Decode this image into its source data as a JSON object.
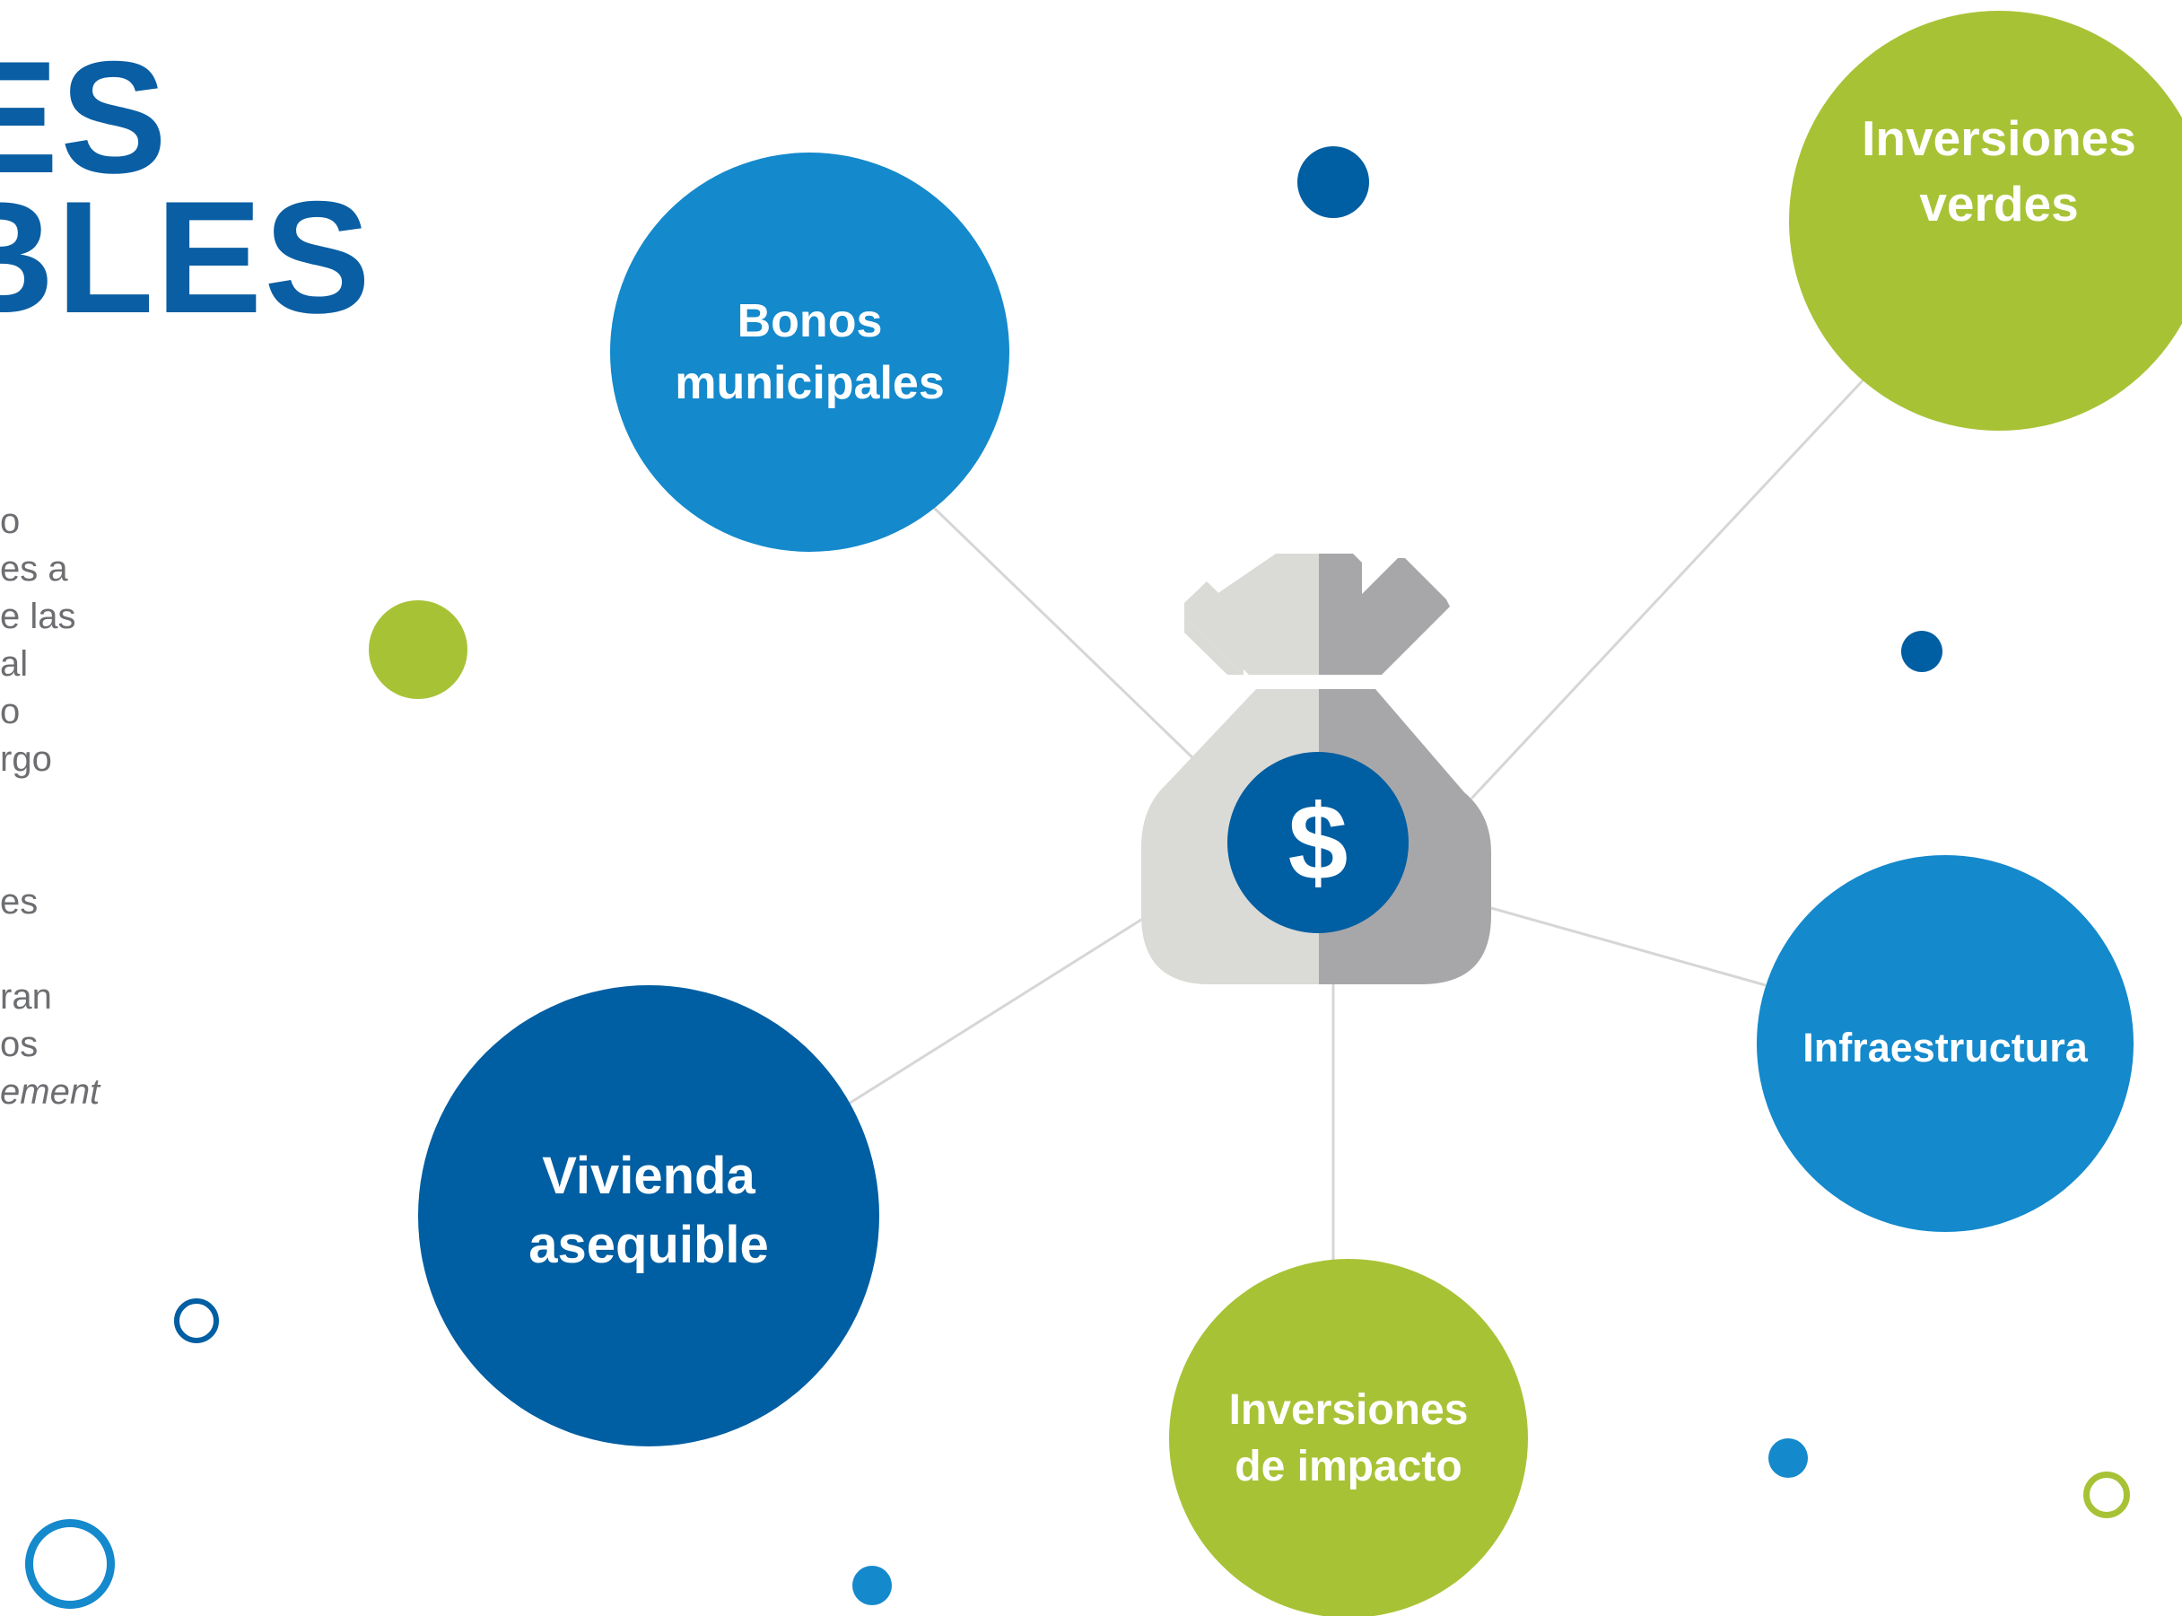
{
  "title": {
    "line1": "ES",
    "line2": "BLES"
  },
  "body_lines": [
    "o",
    "es a",
    "e las",
    "al",
    "o",
    "rgo",
    "",
    "",
    "es",
    "",
    "ran",
    "os",
    "ement"
  ],
  "center": {
    "icon": "money-bag-icon",
    "symbol": "$"
  },
  "nodes": {
    "bonos": "Bonos\nmunicipales",
    "verdes": "Inversiones\nverdes",
    "infraestructura": "Infraestructura",
    "impacto": "Inversiones\nde impacto",
    "vivienda": "Vivienda\nasequible"
  },
  "colors": {
    "title": "#0a5ea3",
    "light_blue": "#1489cc",
    "dark_blue": "#005ea2",
    "green": "#a8c236",
    "bag_light": "#dadad7",
    "bag_dark": "#a7a7a9",
    "connector": "#d6d6d6",
    "body_text": "#6d6e71"
  }
}
